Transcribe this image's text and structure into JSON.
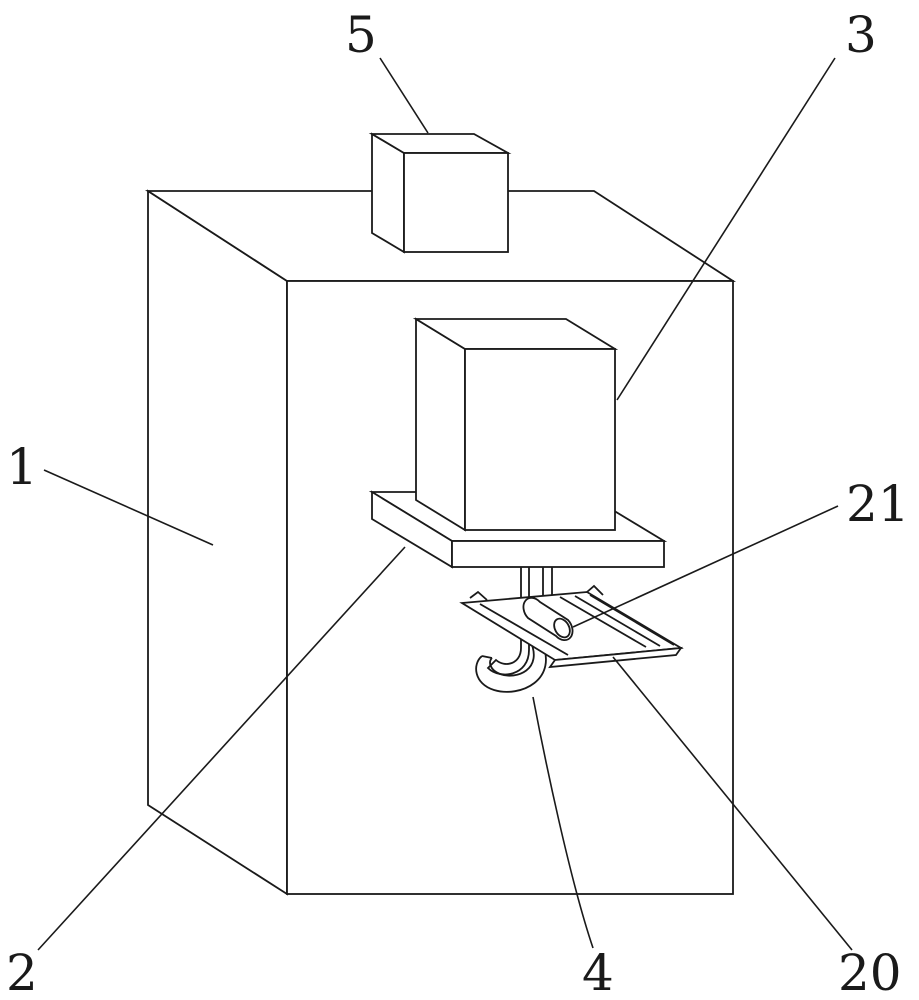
{
  "figure": {
    "labels": {
      "housing": "1",
      "tray": "2",
      "upper_box": "3",
      "hook": "4",
      "top_box": "5",
      "rail_plate": "20",
      "roller": "21"
    }
  },
  "colors": {
    "line": "#1a1a1a",
    "background": "#ffffff"
  }
}
